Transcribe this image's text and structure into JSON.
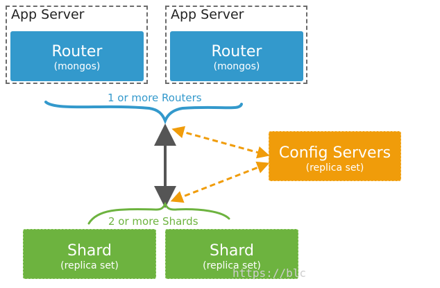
{
  "app_servers": [
    {
      "label": "App Server",
      "router": {
        "title": "Router",
        "subtitle": "(mongos)"
      }
    },
    {
      "label": "App Server",
      "router": {
        "title": "Router",
        "subtitle": "(mongos)"
      }
    }
  ],
  "routers_caption": "1 or more Routers",
  "config": {
    "title": "Config Servers",
    "subtitle": "(replica set)"
  },
  "shards_caption": "2 or more Shards",
  "shards": [
    {
      "title": "Shard",
      "subtitle": "(replica set)"
    },
    {
      "title": "Shard",
      "subtitle": "(replica set)"
    }
  ],
  "watermark": "https://blc",
  "colors": {
    "router": "#3399cc",
    "config": "#f09c0a",
    "shard": "#6db33f",
    "arrow": "#555555"
  }
}
